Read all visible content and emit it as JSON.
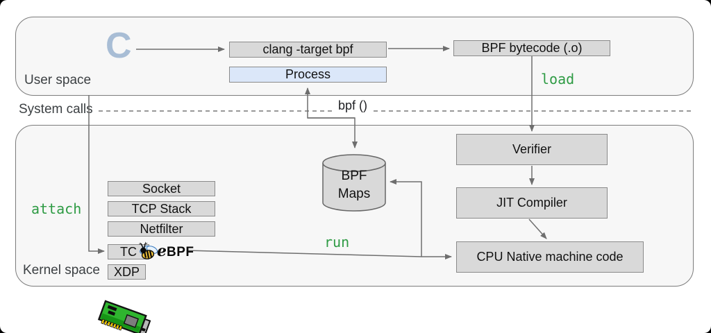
{
  "page": {
    "user_space_label": "User space",
    "system_calls_label": "System calls",
    "kernel_space_label": "Kernel space",
    "syscall_label": "bpf ()"
  },
  "user_space": {
    "c_logo": "C",
    "clang_label": "clang -target bpf",
    "bytecode_label": "BPF bytecode (.o)",
    "process_label": "Process"
  },
  "edges": {
    "load_label": "load",
    "attach_label": "attach",
    "run_label": "run"
  },
  "kernel_space": {
    "verifier_label": "Verifier",
    "jit_label": "JIT Compiler",
    "cpu_label": "CPU Native machine code",
    "maps_label_line1": "BPF",
    "maps_label_line2": "Maps",
    "hooks": [
      "Socket",
      "TCP Stack",
      "Netfilter",
      "TC",
      "XDP"
    ],
    "ebpf_logo_e": "e",
    "ebpf_logo_bpf": "BPF"
  },
  "icons": {
    "c_logo": "c-language-logo",
    "bee": "ebpf-bee-icon",
    "nic": "network-card-icon"
  },
  "colors": {
    "green_accent": "#2e9b44",
    "box_fill": "#d9d9d9",
    "box_border": "#8a8a8a",
    "process_fill": "#dbe7f9",
    "container_fill": "#f7f7f7",
    "container_border": "#7b7b7b",
    "line": "#6e6e6e",
    "c_logo_blue": "#a8bdd5",
    "nic_green": "#2fb52f"
  }
}
